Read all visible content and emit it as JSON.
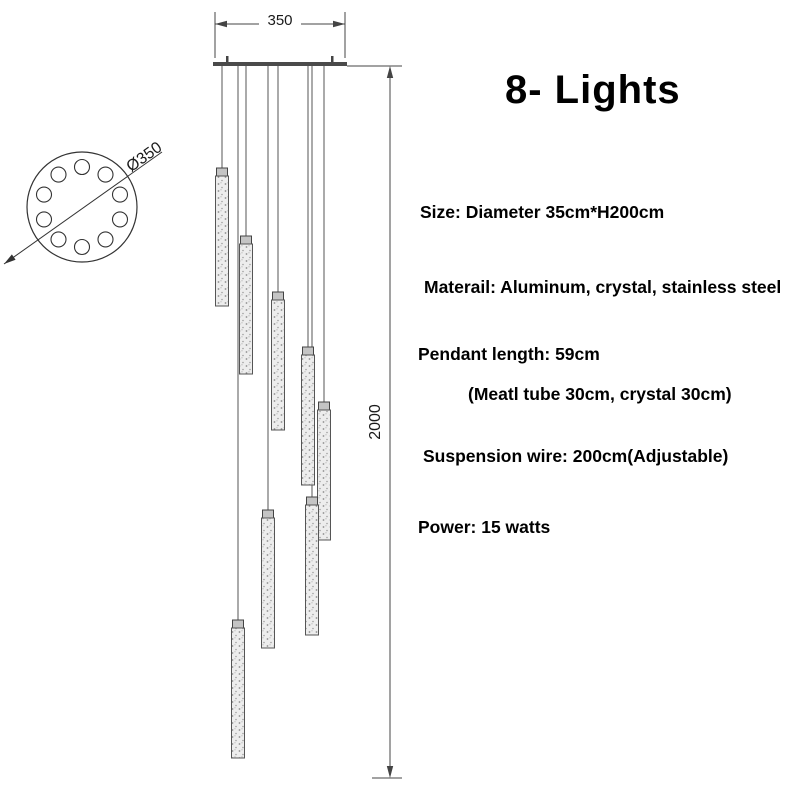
{
  "title": "8- Lights",
  "specs": [
    "Size: Diameter 35cm*H200cm",
    "Materail: Aluminum, crystal, stainless steel",
    "Pendant length: 59cm",
    "(Meatl tube 30cm, crystal 30cm)",
    "Suspension wire: 200cm(Adjustable)",
    "Power: 15 watts"
  ],
  "dimensions": {
    "canopy_width": "350",
    "drop_height": "2000",
    "top_view_diameter": "Ø350"
  },
  "colors": {
    "line": "#3a3a3a",
    "wire": "#555555",
    "tube_fill": "#ededed",
    "cap_fill": "#c4c4c4",
    "text": "#000000"
  }
}
